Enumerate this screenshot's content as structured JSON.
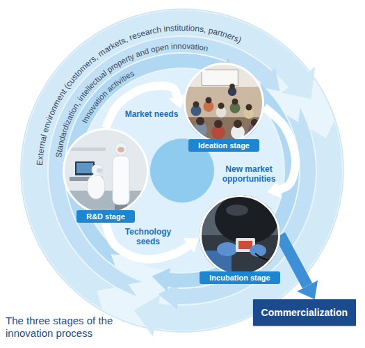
{
  "diagram": {
    "title": "The three stages of the innovation process",
    "nodes": [
      {
        "text": [
          "Ideation stage"
        ]
      },
      {
        "text": [
          "R&D stage"
        ]
      },
      {
        "text": [
          "Incubation stage"
        ]
      },
      {
        "text": [
          "Commercialization"
        ]
      }
    ],
    "edges": [
      {
        "from": 1,
        "to": 0,
        "label": "Market needs",
        "arrow": "to"
      },
      {
        "from": 0,
        "to": 2,
        "label": "New market opportunities",
        "arrow": "to"
      },
      {
        "from": 1,
        "to": 2,
        "label": "Technology seeds",
        "arrow": "to"
      },
      {
        "from": 2,
        "to": 3,
        "arrow": "to"
      }
    ],
    "labels": [
      "External environment (customers, markets, research institutions, partners)",
      "Standardization, intellectual property and open innovation",
      "Innovation activities"
    ]
  }
}
